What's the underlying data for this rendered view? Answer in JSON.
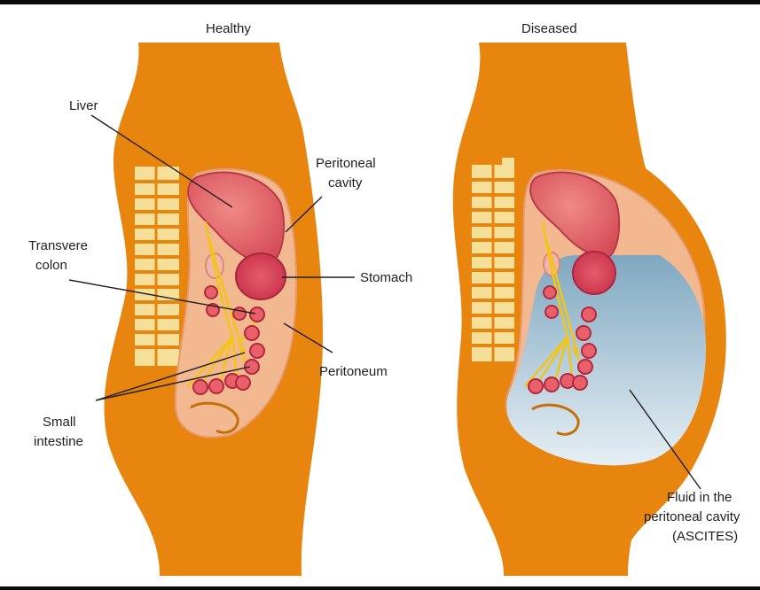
{
  "panels": {
    "healthy": {
      "title": "Healthy",
      "labels": {
        "liver": "Liver",
        "peritoneal_cavity": [
          "Peritoneal",
          "cavity"
        ],
        "transverse_colon": [
          "Transvere",
          "colon"
        ],
        "stomach": "Stomach",
        "peritoneum": "Peritoneum",
        "small_intestine": [
          "Small",
          "intestine"
        ]
      }
    },
    "diseased": {
      "title": "Diseased",
      "labels": {
        "fluid": [
          "Fluid in the",
          "peritoneal cavity",
          "(ASCITES)"
        ]
      }
    }
  },
  "colors": {
    "body": "#e8850f",
    "body_outline": "#c76f08",
    "cavity": "#f2b890",
    "organ": "#e8606a",
    "organ_dark": "#c9344a",
    "spine": "#f6df98",
    "nerves": "#f4c418",
    "fluid_top": "#7fa8c0",
    "fluid_bottom": "#e3edf3"
  }
}
